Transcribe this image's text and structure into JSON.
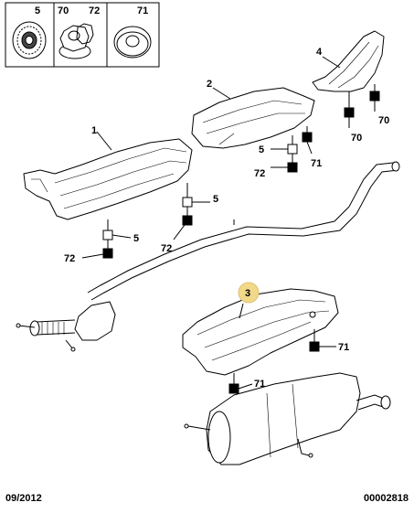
{
  "hardware_legend": {
    "items": [
      {
        "number": "5",
        "icon": "serrated-washer-icon"
      },
      {
        "number": "70",
        "icon": "flange-nut-icon"
      },
      {
        "number": "72",
        "icon": "hex-nut-icon"
      },
      {
        "number": "71",
        "icon": "flat-washer-icon"
      }
    ]
  },
  "callouts": {
    "part_1": "1",
    "part_2": "2",
    "part_3": "3",
    "part_4": "4",
    "n5_a": "5",
    "n5_b": "5",
    "n5_c": "5",
    "n70_a": "70",
    "n70_b": "70",
    "n71_a": "71",
    "n71_b": "71",
    "n71_c": "71",
    "n72_a": "72",
    "n72_b": "72",
    "n72_c": "72"
  },
  "highlight": {
    "part": "3",
    "color": "#f2d98a"
  },
  "footer": {
    "date": "09/2012",
    "reference": "00002818"
  }
}
